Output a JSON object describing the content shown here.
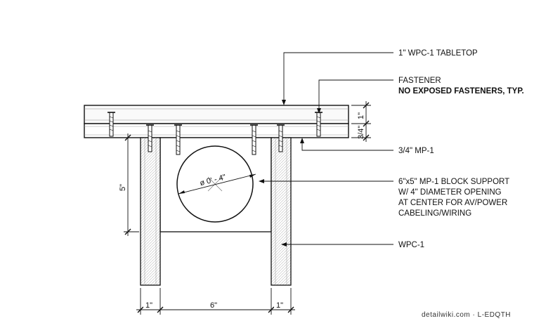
{
  "labels": {
    "tabletop": "1\" WPC-1 TABLETOP",
    "fastener": "FASTENER",
    "no_exposed": "NO EXPOSED FASTENERS, TYP.",
    "mp1": "3/4\" MP-1",
    "block_line1": "6\"x5\" MP-1 BLOCK SUPPORT",
    "block_line2": "W/ 4\" DIAMETER OPENING",
    "block_line3": "AT CENTER FOR AV/POWER",
    "block_line4": "CABELING/WIRING",
    "wpc1": "WPC-1"
  },
  "dimensions": {
    "top_thickness": "1\"",
    "mp_thickness": "3/4\"",
    "block_height": "5\"",
    "opening_diameter": "ø 0' - 4\"",
    "leg_left": "1\"",
    "gap": "6\"",
    "leg_right": "1\""
  },
  "watermark": "detailwiki.com · L-EDQTH"
}
